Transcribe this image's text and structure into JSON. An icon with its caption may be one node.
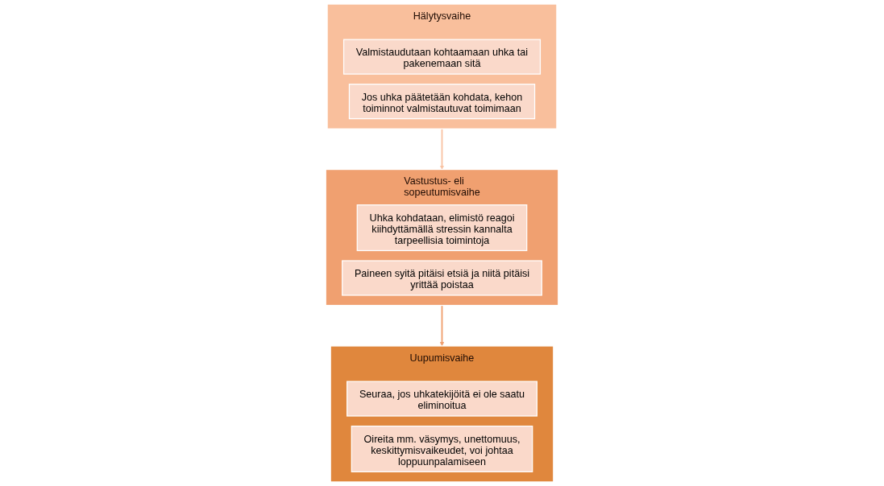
{
  "diagram": {
    "nodes": [
      {
        "text": [
          "Hälytysvaihe"
        ]
      },
      {
        "text": [
          "Valmistaudutaan kohtaamaan uhka tai pakenemaan sitä"
        ],
        "in": 0
      },
      {
        "text": [
          "Jos uhka päätetään kohdata, kehon toiminnot valmistautuvat toimimaan"
        ],
        "in": 0
      },
      {
        "text": [
          "Vastustus- eli sopeutumisvaihe"
        ]
      },
      {
        "text": [
          "Uhka kohdataan, elimistö reagoi kiihdyttämällä stressin kannalta tarpeellisia toimintoja"
        ],
        "in": 3
      },
      {
        "text": [
          "Paineen syitä pitäisi etsiä ja niitä pitäisi yrittää poistaa"
        ],
        "in": 3
      },
      {
        "text": [
          "Uupumisvaihe"
        ]
      },
      {
        "text": [
          "Seuraa, jos uhkatekijöitä ei ole saatu eliminoitua"
        ],
        "in": 6
      },
      {
        "text": [
          "Oireita mm. väsymys, unettomuus, keskittymisvaikeudet, voi johtaa loppuunpalamiseen"
        ],
        "in": 6
      }
    ],
    "edges": [
      {
        "from": 0,
        "to": 3,
        "arrow": "to",
        "color": "#f9c4a4"
      },
      {
        "from": 3,
        "to": 6,
        "arrow": "to",
        "color": "#f0a070"
      }
    ]
  }
}
